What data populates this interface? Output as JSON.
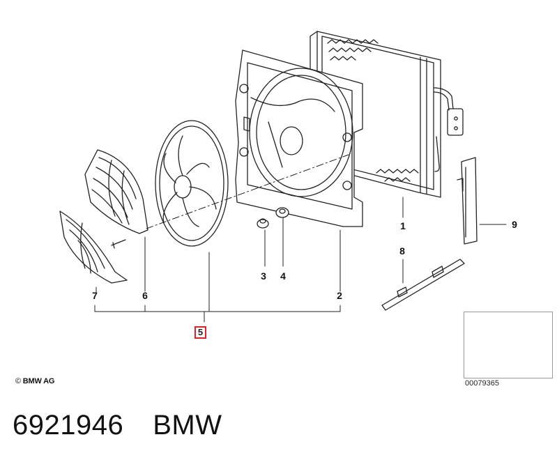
{
  "callouts": {
    "c1": "1",
    "c2": "2",
    "c3": "3",
    "c4": "4",
    "c5": "5",
    "c6": "6",
    "c7": "7",
    "c8": "8",
    "c9": "9"
  },
  "highlighted_callout": "5",
  "highlight_color": "#e0202a",
  "copyright": {
    "symbol": "©",
    "text": "BMW AG"
  },
  "inset": {
    "image_number": "00079365"
  },
  "footer": {
    "part_number": "6921946",
    "brand": "BMW"
  }
}
